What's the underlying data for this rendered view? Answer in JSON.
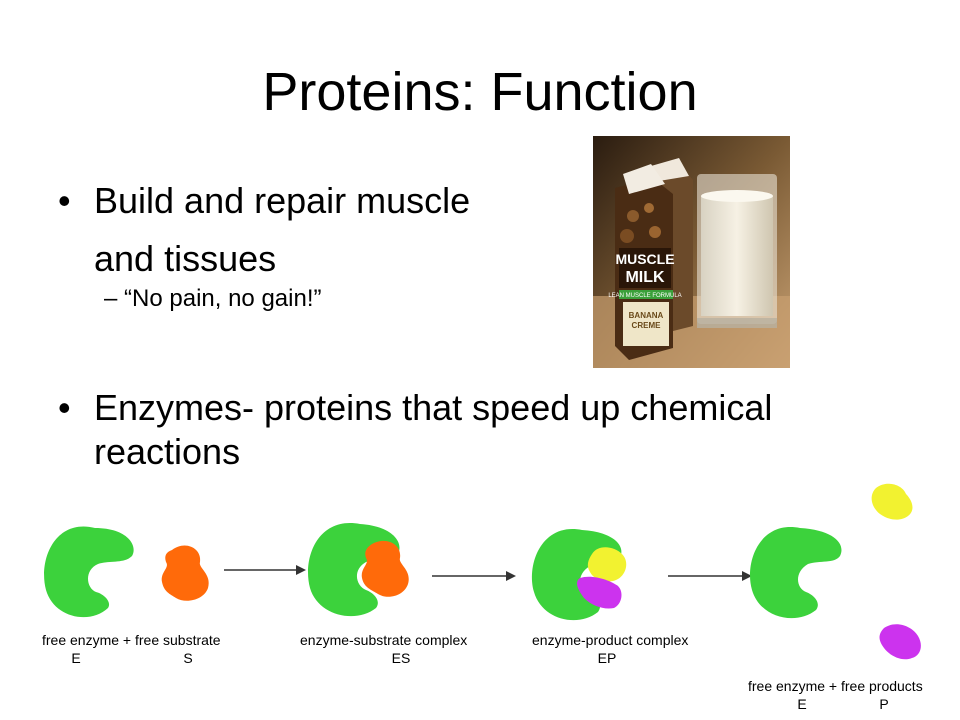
{
  "slide": {
    "title": "Proteins: Function",
    "bullets": [
      {
        "symbol": "•",
        "line1": "Build and repair muscle",
        "line2": "and tissues"
      },
      {
        "symbol": "•",
        "text": "Enzymes- proteins that speed up chemical reactions"
      }
    ],
    "sub_bullet": {
      "dash": "–",
      "text": "“No pain, no gain!”"
    }
  },
  "photo": {
    "brand_line1": "MUSCLE",
    "brand_line2": "MILK",
    "tagline": "LEAN MUSCLE FORMULA",
    "flavor_line1": "BANANA",
    "flavor_line2": "CREME"
  },
  "diagram": {
    "labels": {
      "stage1": "free enzyme + free substrate",
      "stage1_E": "E",
      "stage1_S": "S",
      "stage2": "enzyme-substrate complex",
      "stage2_sym": "ES",
      "stage3": "enzyme-product complex",
      "stage3_sym": "EP",
      "stage4": "free enzyme + free products",
      "stage4_E": "E",
      "stage4_P": "P"
    },
    "colors": {
      "enzyme": "#3cd23c",
      "substrate": "#ff6a0a",
      "product_a": "#f2f230",
      "product_b": "#cc33ee",
      "arrow": "#333333"
    }
  }
}
